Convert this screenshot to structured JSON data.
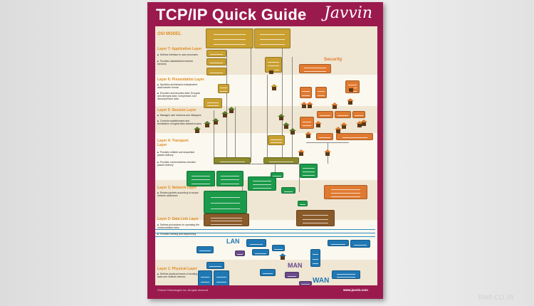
{
  "poster": {
    "title": "TCP/IP Quick Guide",
    "brand": "Javvin",
    "osi_label": "OSI MODEL",
    "security_label": "Security",
    "layers": [
      {
        "name": "Layer 7: Application Layer",
        "bullets": [
          "Defines interface to user processes",
          "Provides standardized network services"
        ]
      },
      {
        "name": "Layer 6: Presentation Layer",
        "bullets": [
          "Specifies architecture-independent data transfer format",
          "Encodes and decodes data; Encrypts and decrypts data; Compresses and decompresses data"
        ]
      },
      {
        "name": "Layer 5: Session Layer",
        "bullets": [
          "Manages user sessions and dialogues",
          "Controls establishment and termination of logical links between users"
        ]
      },
      {
        "name": "Layer 4: Transport Layer",
        "bullets": [
          "Provides reliable and sequential packet delivery",
          "Provides connectionless oriented packet delivery"
        ]
      },
      {
        "name": "Layer 3: Network Layer",
        "bullets": [
          "Routes packets according to unique network addresses"
        ]
      },
      {
        "name": "Layer 2: Data Link Layer",
        "bullets": [
          "Defines procedures for operating the communication links",
          "Provides framing and sequencing"
        ]
      },
      {
        "name": "Layer 1: Physical Layer",
        "bullets": [
          "Defines physical means of sending data over network devices"
        ]
      }
    ],
    "network_labels": {
      "lan": "LAN",
      "man": "MAN",
      "wan": "WAN"
    },
    "footer": "©Javvin Technologies Inc. All rights reserved.",
    "url": "www.javvin.com"
  },
  "watermark": "RNP.CO.IR",
  "colors": {
    "poster_frame": "#9b1a4e",
    "application": "#c9a030",
    "security": "#e07a30",
    "transport": "#8c8a2a",
    "network": "#1b9a4a",
    "datalink": "#8a5a2a",
    "physical": "#1f78b4",
    "man": "#6a4a8a",
    "layer_heading": "#e08a20"
  }
}
